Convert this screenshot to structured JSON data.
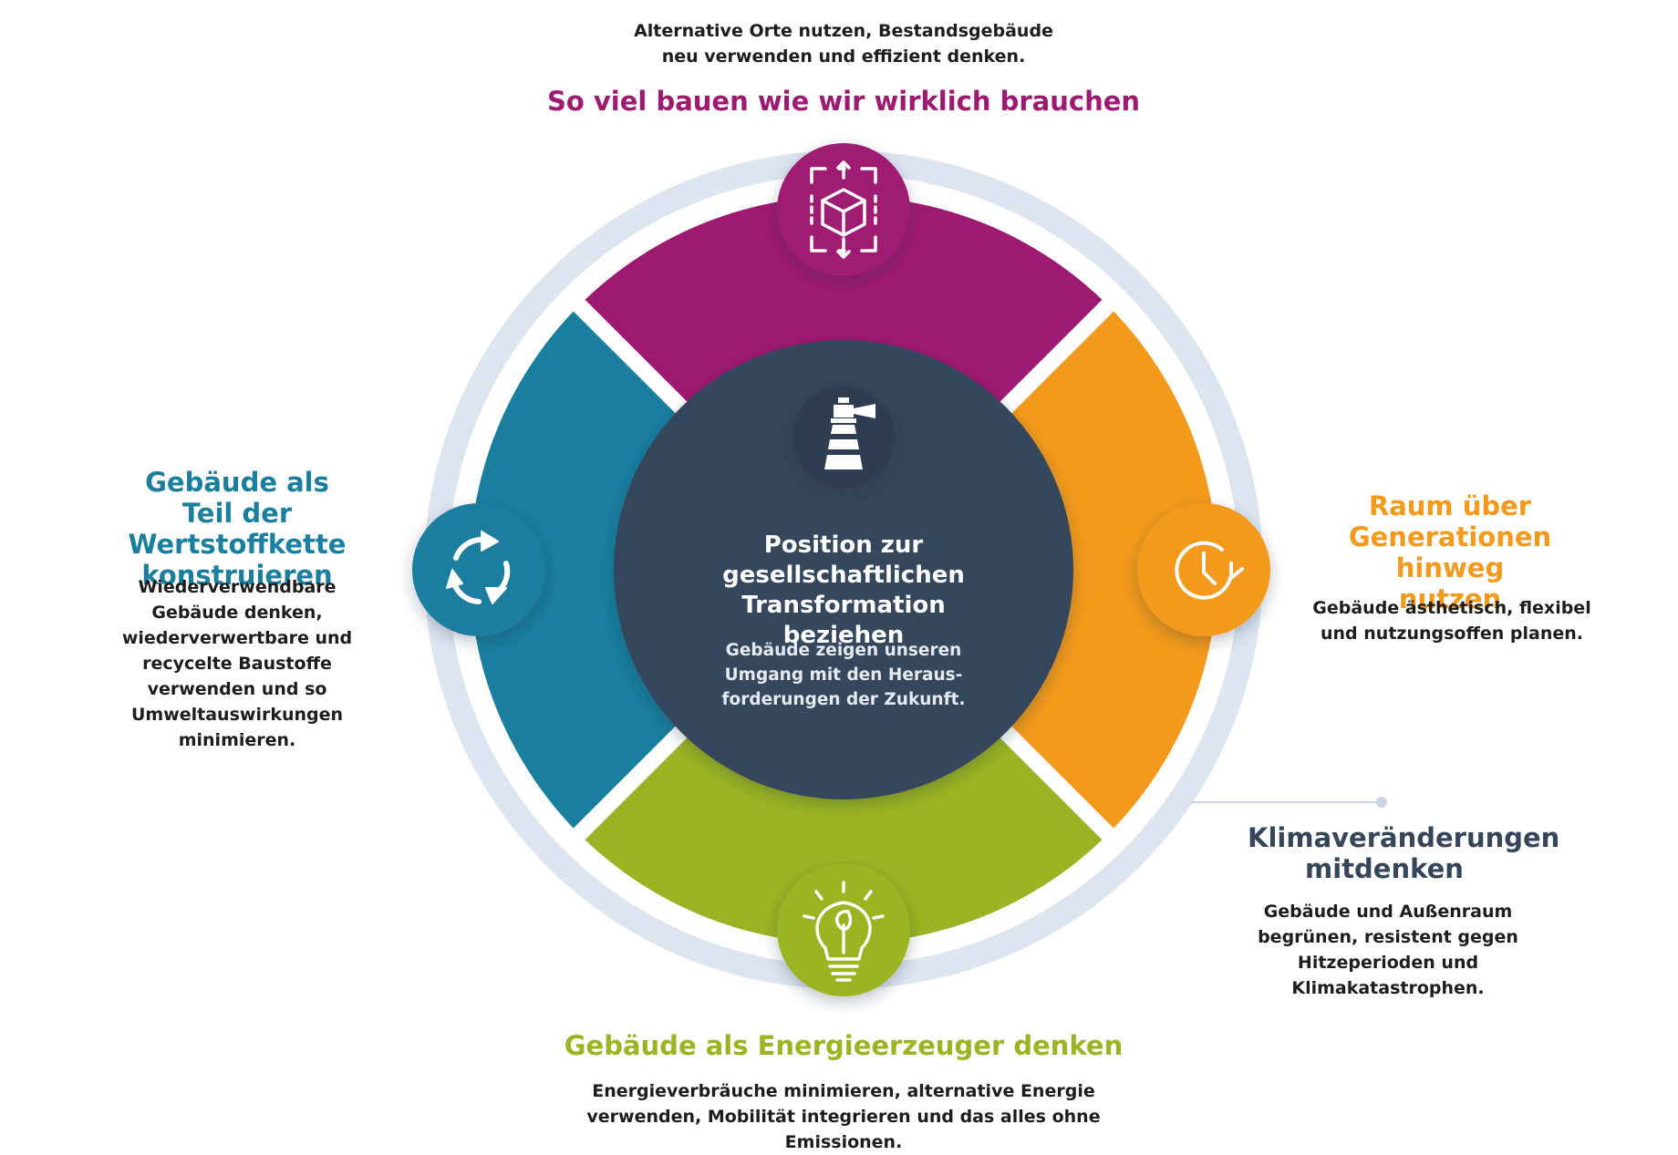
{
  "colors": {
    "magenta": "#9e1a72",
    "orange": "#f39a1c",
    "green": "#9bb423",
    "blue": "#1a7e9f",
    "center": "#35465b",
    "ring": "#dde5f1"
  },
  "top": {
    "description": "Alternative Orte nutzen, Bestandsgebäude neu verwenden und effizient denken.",
    "heading": "So viel bauen wie wir wirklich brauchen",
    "icon": "cube-icon"
  },
  "right": {
    "heading": "Raum über Generationen hinweg nutzen",
    "description": "Gebäude ästhetisch, flexibel und nutzungsoffen planen.",
    "icon": "clock-refresh-icon"
  },
  "bottom": {
    "heading": "Gebäude als Energieerzeuger denken",
    "description": "Energieverbräuche minimieren, alternative Energie verwenden, Mobilität integrieren und das alles ohne Emissionen.",
    "icon": "lightbulb-leaf-icon"
  },
  "left": {
    "heading": "Gebäude als Teil der Wertstoffkette konstruieren",
    "description": "Wiederverwendbare Gebäude denken, wiederverwertbare und recycelte Baustoffe verwenden und so Umweltauswirkungen minimieren.",
    "icon": "recycle-icon"
  },
  "climate": {
    "heading": "Klimaveränderungen mitdenken",
    "description": "Gebäude und Außenraum begrünen, resistent gegen Hitzeperioden und Klimakatastrophen."
  },
  "center": {
    "title": "Position zur gesellschaftlichen Transformation beziehen",
    "description": "Gebäude zeigen unseren Umgang mit den Heraus- forderungen der Zukunft.",
    "icon": "lighthouse-icon"
  }
}
